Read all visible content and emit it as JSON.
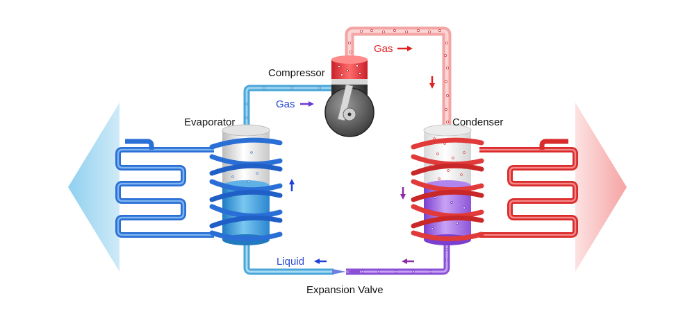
{
  "labels": {
    "compressor": "Compressor",
    "evaporator": "Evaporator",
    "condenser": "Condenser",
    "expansion_valve": "Expansion Valve",
    "gas_top": "Gas",
    "gas_left": "Gas",
    "liquid": "Liquid"
  },
  "colors": {
    "cold_blue": "#2a6fd6",
    "cold_light": "#a8dcf2",
    "hot_red": "#e03a3a",
    "hot_light": "#f7b9b9",
    "mixed_purple": "#8b4fd6",
    "label_black": "#111111",
    "label_red": "#e02020",
    "label_blue": "#2a4bd6"
  },
  "icons": {
    "left_arrow": "cold-air-arrow-icon",
    "right_arrow": "warm-air-arrow-icon",
    "flow_arrows": "flow-arrow-icon"
  }
}
